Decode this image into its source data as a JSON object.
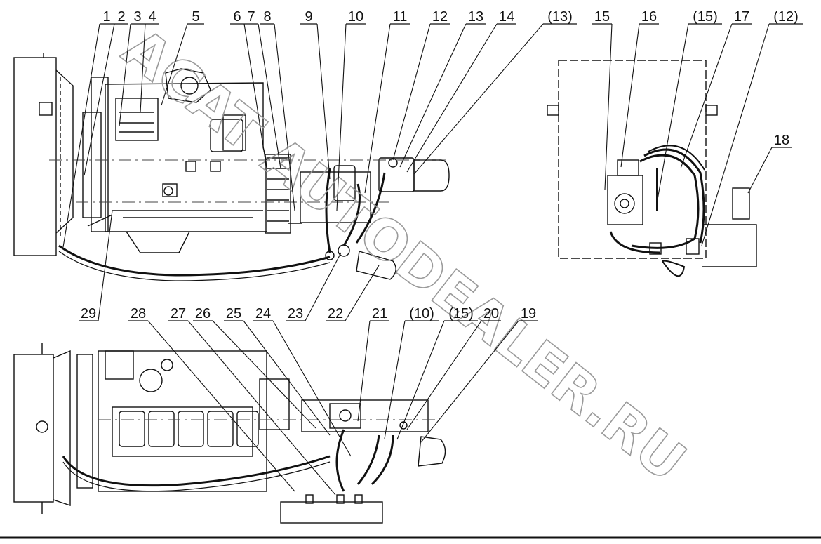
{
  "watermark": "ACAT AUTODEALER.RU",
  "callouts": [
    "1",
    "2",
    "3",
    "4",
    "5",
    "6",
    "7",
    "8",
    "9",
    "10",
    "11",
    "12",
    "13",
    "14",
    "(13)",
    "15",
    "16",
    "(15)",
    "17",
    "(12)",
    "18",
    "29",
    "23",
    "22",
    "28",
    "27",
    "26",
    "25",
    "24",
    "21",
    "(10)",
    "(15)",
    "20",
    "19"
  ],
  "colors": {
    "line": "#111111",
    "background": "#ffffff",
    "watermark_stroke": "#9a9a9a"
  }
}
